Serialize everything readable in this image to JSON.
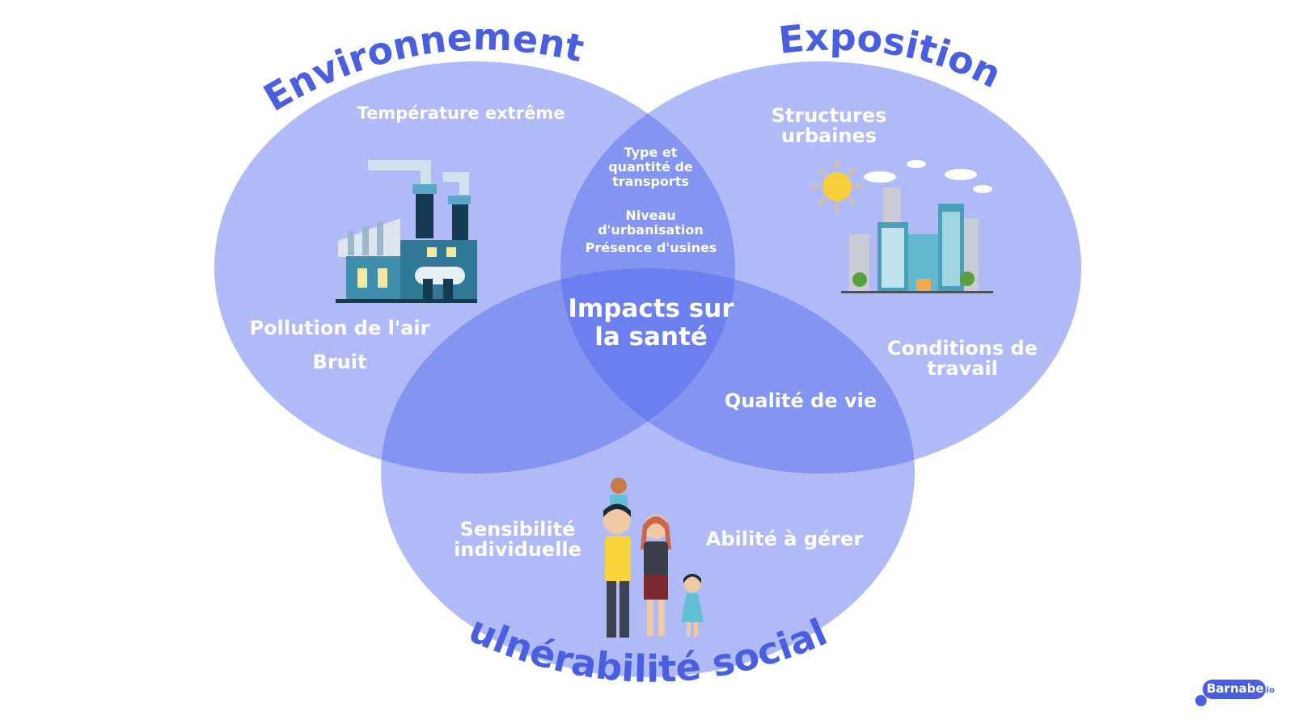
{
  "circles": {
    "environment": {
      "title": "Environnement",
      "color": "#a9b5f5"
    },
    "exposure": {
      "title": "Exposition",
      "color": "#a9b5f5"
    },
    "social": {
      "title": "Vulnérabilité sociale",
      "color": "#a9b5f5"
    },
    "title_color": "#4a5fe0"
  },
  "labels": {
    "temp": "Température extrême",
    "pollution": "Pollution de l'air",
    "bruit": "Bruit",
    "structures": "Structures urbaines",
    "conditions": "Conditions de travail",
    "transport": "Type et quantité de transports",
    "niveau": "Niveau d'urbanisation",
    "usines": "Présence d'usines",
    "center": "Impacts sur la santé",
    "qualite": "Qualité de vie",
    "sensibilite": "Sensibilité individuelle",
    "abilite": "Abilité à gérer"
  },
  "icons": [
    "factory-icon",
    "city-icon",
    "family-icon"
  ],
  "brand": {
    "name": "Barnabe",
    "suffix": ".io",
    "color": "#4a5fe0"
  }
}
